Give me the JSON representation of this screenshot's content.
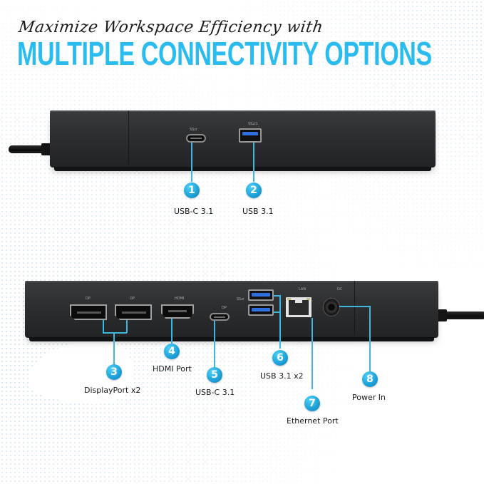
{
  "header": {
    "subtitle": "Maximize Workspace Efficiency with",
    "title": "MULTIPLE CONNECTIVITY OPTIONS"
  },
  "colors": {
    "accent": "#2bbcef",
    "callout_line": "#3fb6dc",
    "badge": "#1ea4db",
    "device": "#2d2e30",
    "background": "#ffffff"
  },
  "front_panel": {
    "port_marks": [
      "SS⇄",
      "SS⇄1"
    ],
    "callouts": [
      {
        "number": "1",
        "label": "USB-C 3.1",
        "icon": "usb-c-port-icon"
      },
      {
        "number": "2",
        "label": "USB 3.1",
        "icon": "usb-a-port-icon"
      }
    ]
  },
  "rear_panel": {
    "port_marks": [
      "DP",
      "DP",
      "HDMI",
      "DP",
      "SS⇄",
      "LAN",
      "DC"
    ],
    "callouts": [
      {
        "number": "3",
        "label": "DisplayPort x2",
        "icon": "displayport-icon"
      },
      {
        "number": "4",
        "label": "HDMI Port",
        "icon": "hdmi-port-icon"
      },
      {
        "number": "5",
        "label": "USB-C 3.1",
        "icon": "usb-c-port-icon"
      },
      {
        "number": "6",
        "label": "USB 3.1 x2",
        "icon": "usb-a-port-icon"
      },
      {
        "number": "7",
        "label": "Ethernet Port",
        "icon": "ethernet-port-icon"
      },
      {
        "number": "8",
        "label": "Power In",
        "icon": "power-jack-icon"
      }
    ]
  }
}
